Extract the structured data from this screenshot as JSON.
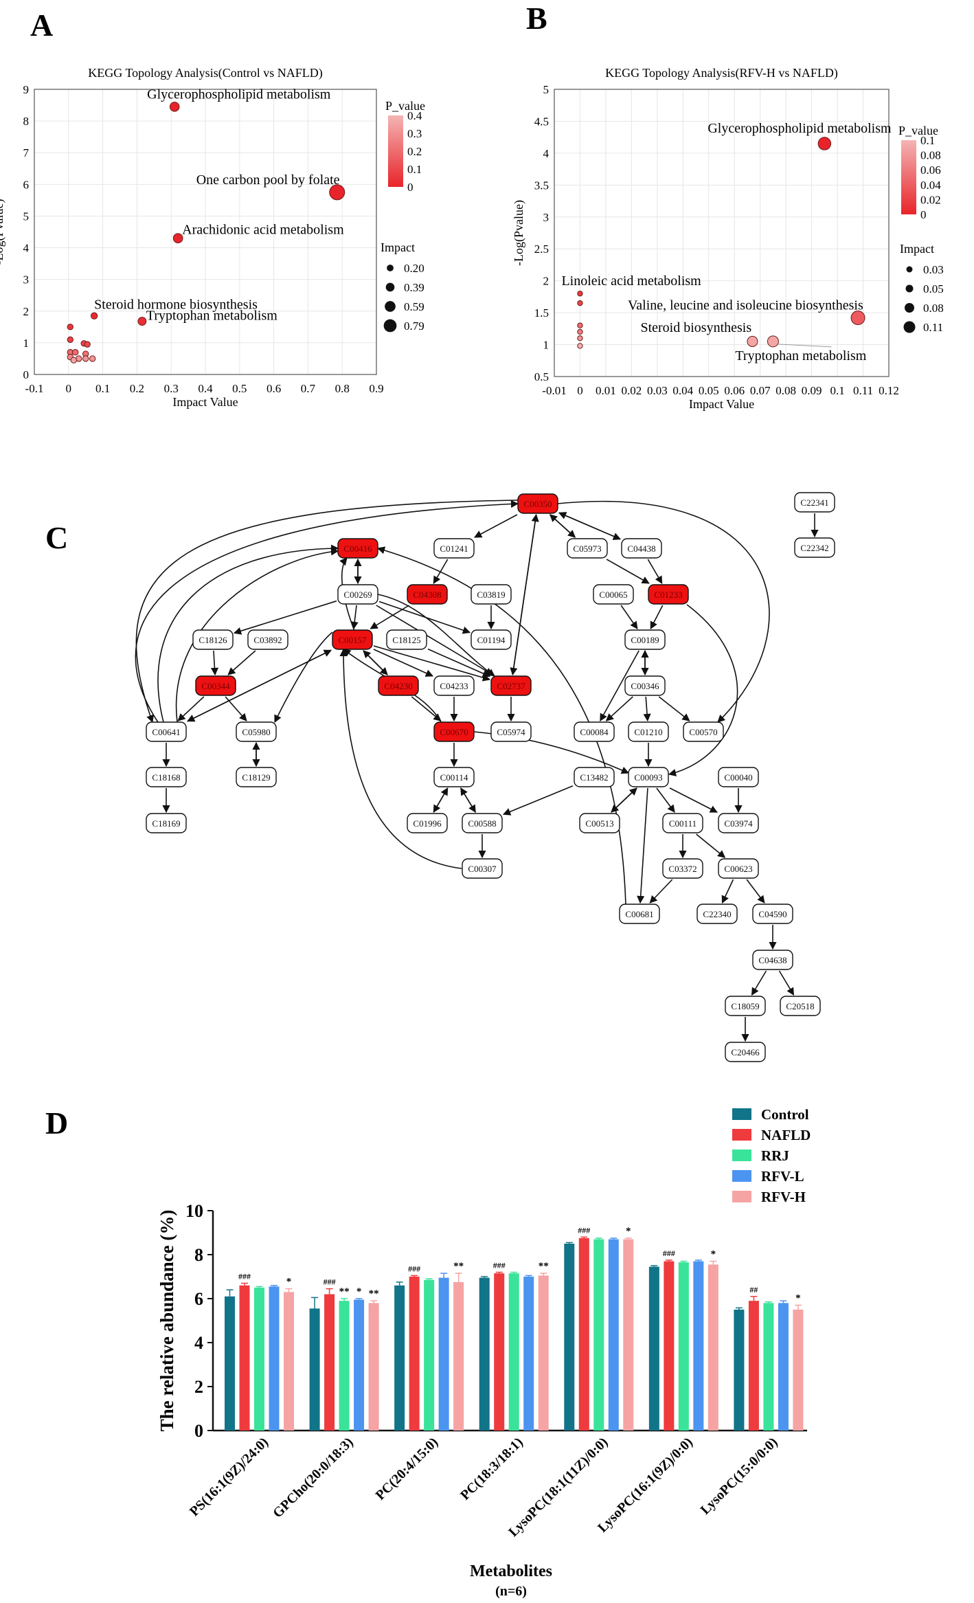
{
  "panel_labels": {
    "a": "A",
    "b": "B",
    "c": "C",
    "d": "D"
  },
  "colors": {
    "bubble_red": "#e8242a",
    "bubble_pink": "#f4b4b4",
    "node_red": "#ee1111",
    "grid": "#e6e6e6"
  },
  "chart_data": [
    {
      "id": "A",
      "type": "scatter",
      "title": "KEGG Topology Analysis(Control vs NAFLD)",
      "xlabel": "Impact Value",
      "ylabel": "-Log(Pvalue)",
      "xlim": [
        -0.1,
        0.9
      ],
      "ylim": [
        0,
        9
      ],
      "xticks": [
        "-0.1",
        "0",
        "0.1",
        "0.2",
        "0.3",
        "0.4",
        "0.5",
        "0.6",
        "0.7",
        "0.8",
        "0.9"
      ],
      "yticks": [
        "0",
        "1",
        "2",
        "3",
        "4",
        "5",
        "6",
        "7",
        "8",
        "9"
      ],
      "grid": true,
      "color_legend": {
        "title": "P_value",
        "ticks": [
          "0.4",
          "0.3",
          "0.2",
          "0.1",
          "0"
        ],
        "range": [
          0,
          0.4
        ]
      },
      "size_legend": {
        "title": "Impact",
        "values": [
          "0.20",
          "0.39",
          "0.59",
          "0.79"
        ]
      },
      "points": [
        {
          "x": 0.31,
          "y": 8.45,
          "impact": 0.31,
          "p": 0.0,
          "label": "Glycerophospholipid metabolism"
        },
        {
          "x": 0.785,
          "y": 5.75,
          "impact": 0.785,
          "p": 0.0,
          "label": "One carbon pool by folate"
        },
        {
          "x": 0.32,
          "y": 4.3,
          "impact": 0.32,
          "p": 0.0,
          "label": "Arachidonic acid metabolism"
        },
        {
          "x": 0.075,
          "y": 1.85,
          "impact": 0.075,
          "p": 0.02,
          "label": "Steroid hormone biosynthesis"
        },
        {
          "x": 0.215,
          "y": 1.68,
          "impact": 0.215,
          "p": 0.03,
          "label": "Tryptophan metabolism"
        },
        {
          "x": 0.005,
          "y": 1.5,
          "impact": 0.02,
          "p": 0.05,
          "label": ""
        },
        {
          "x": 0.005,
          "y": 1.1,
          "impact": 0.02,
          "p": 0.08,
          "label": ""
        },
        {
          "x": 0.045,
          "y": 0.98,
          "impact": 0.02,
          "p": 0.1,
          "label": ""
        },
        {
          "x": 0.055,
          "y": 0.95,
          "impact": 0.02,
          "p": 0.1,
          "label": ""
        },
        {
          "x": 0.005,
          "y": 0.7,
          "impact": 0.02,
          "p": 0.2,
          "label": ""
        },
        {
          "x": 0.02,
          "y": 0.7,
          "impact": 0.02,
          "p": 0.2,
          "label": ""
        },
        {
          "x": 0.05,
          "y": 0.65,
          "impact": 0.02,
          "p": 0.22,
          "label": ""
        },
        {
          "x": 0.005,
          "y": 0.55,
          "impact": 0.02,
          "p": 0.28,
          "label": ""
        },
        {
          "x": 0.03,
          "y": 0.5,
          "impact": 0.02,
          "p": 0.32,
          "label": ""
        },
        {
          "x": 0.05,
          "y": 0.5,
          "impact": 0.02,
          "p": 0.32,
          "label": ""
        },
        {
          "x": 0.07,
          "y": 0.5,
          "impact": 0.02,
          "p": 0.32,
          "label": ""
        },
        {
          "x": 0.015,
          "y": 0.45,
          "impact": 0.02,
          "p": 0.36,
          "label": ""
        }
      ]
    },
    {
      "id": "B",
      "type": "scatter",
      "title": "KEGG Topology Analysis(RFV-H vs NAFLD)",
      "xlabel": "Impact Value",
      "ylabel": "-Log(Pvalue)",
      "xlim": [
        -0.01,
        0.12
      ],
      "ylim": [
        0.5,
        5
      ],
      "xticks": [
        "-0.01",
        "0",
        "0.01",
        "0.02",
        "0.03",
        "0.04",
        "0.05",
        "0.06",
        "0.07",
        "0.08",
        "0.09",
        "0.1",
        "0.11",
        "0.12"
      ],
      "yticks": [
        "0.5",
        "1",
        "1.5",
        "2",
        "2.5",
        "3",
        "3.5",
        "4",
        "4.5",
        "5"
      ],
      "grid": true,
      "color_legend": {
        "title": "P_value",
        "ticks": [
          "0.1",
          "0.08",
          "0.06",
          "0.04",
          "0.02",
          "0"
        ],
        "range": [
          0,
          0.1
        ]
      },
      "size_legend": {
        "title": "Impact",
        "values": [
          "0.03",
          "0.05",
          "0.08",
          "0.11"
        ]
      },
      "points": [
        {
          "x": 0.095,
          "y": 4.15,
          "impact": 0.095,
          "p": 0.0,
          "label": "Glycerophospholipid metabolism"
        },
        {
          "x": 0.0,
          "y": 1.8,
          "impact": 0.003,
          "p": 0.015,
          "label": "Linoleic acid metabolism"
        },
        {
          "x": 0.0,
          "y": 1.65,
          "impact": 0.003,
          "p": 0.022,
          "label": ""
        },
        {
          "x": 0.108,
          "y": 1.42,
          "impact": 0.108,
          "p": 0.038,
          "label": "Valine, leucine and isoleucine biosynthesis"
        },
        {
          "x": 0.0,
          "y": 1.3,
          "impact": 0.003,
          "p": 0.05,
          "label": ""
        },
        {
          "x": 0.0,
          "y": 1.2,
          "impact": 0.003,
          "p": 0.063,
          "label": ""
        },
        {
          "x": 0.0,
          "y": 1.1,
          "impact": 0.003,
          "p": 0.079,
          "label": ""
        },
        {
          "x": 0.0,
          "y": 0.98,
          "impact": 0.003,
          "p": 0.1,
          "label": ""
        },
        {
          "x": 0.067,
          "y": 1.05,
          "impact": 0.067,
          "p": 0.09,
          "label": "Steroid biosynthesis"
        },
        {
          "x": 0.075,
          "y": 1.05,
          "impact": 0.075,
          "p": 0.09,
          "label": "Tryptophan metabolism"
        }
      ]
    },
    {
      "id": "C",
      "type": "network",
      "nodes": [
        {
          "id": "C00350",
          "hl": true
        },
        {
          "id": "C22341",
          "hl": false
        },
        {
          "id": "C22342",
          "hl": false
        },
        {
          "id": "C00416",
          "hl": true
        },
        {
          "id": "C01241",
          "hl": false
        },
        {
          "id": "C05973",
          "hl": false
        },
        {
          "id": "C04438",
          "hl": false
        },
        {
          "id": "C00269",
          "hl": false
        },
        {
          "id": "C04308",
          "hl": true
        },
        {
          "id": "C03819",
          "hl": false
        },
        {
          "id": "C00065",
          "hl": false
        },
        {
          "id": "C01233",
          "hl": true
        },
        {
          "id": "C18126",
          "hl": false
        },
        {
          "id": "C03892",
          "hl": false
        },
        {
          "id": "C00157",
          "hl": true
        },
        {
          "id": "C18125",
          "hl": false
        },
        {
          "id": "C01194",
          "hl": false
        },
        {
          "id": "C00189",
          "hl": false
        },
        {
          "id": "C00344",
          "hl": true
        },
        {
          "id": "C04230",
          "hl": true
        },
        {
          "id": "C04233",
          "hl": false
        },
        {
          "id": "C02737",
          "hl": true
        },
        {
          "id": "C00346",
          "hl": false
        },
        {
          "id": "C00641",
          "hl": false
        },
        {
          "id": "C05980",
          "hl": false
        },
        {
          "id": "C00670",
          "hl": true
        },
        {
          "id": "C05974",
          "hl": false
        },
        {
          "id": "C00084",
          "hl": false
        },
        {
          "id": "C01210",
          "hl": false
        },
        {
          "id": "C00570",
          "hl": false
        },
        {
          "id": "C18168",
          "hl": false
        },
        {
          "id": "C18129",
          "hl": false
        },
        {
          "id": "C00114",
          "hl": false
        },
        {
          "id": "C13482",
          "hl": false
        },
        {
          "id": "C00093",
          "hl": false
        },
        {
          "id": "C00040",
          "hl": false
        },
        {
          "id": "C18169",
          "hl": false
        },
        {
          "id": "C01996",
          "hl": false
        },
        {
          "id": "C00588",
          "hl": false
        },
        {
          "id": "C00513",
          "hl": false
        },
        {
          "id": "C00111",
          "hl": false
        },
        {
          "id": "C03974",
          "hl": false
        },
        {
          "id": "C00307",
          "hl": false
        },
        {
          "id": "C03372",
          "hl": false
        },
        {
          "id": "C00623",
          "hl": false
        },
        {
          "id": "C00681",
          "hl": false
        },
        {
          "id": "C22340",
          "hl": false
        },
        {
          "id": "C04590",
          "hl": false
        },
        {
          "id": "C04638",
          "hl": false
        },
        {
          "id": "C18059",
          "hl": false
        },
        {
          "id": "C20518",
          "hl": false
        },
        {
          "id": "C20466",
          "hl": false
        }
      ]
    },
    {
      "id": "D",
      "type": "bar",
      "ylabel": "The relative abundance (%)",
      "xlabel": "Metabolites",
      "xlabel_sub": "(n=6)",
      "ylim": [
        0,
        10
      ],
      "yticks": [
        "0",
        "2",
        "4",
        "6",
        "8",
        "10"
      ],
      "legend_position": "top-right",
      "categories": [
        "PS(16:1(9Z)/24:0)",
        "GPCho(20:0/18:3)",
        "PC(20:4/15:0)",
        "PC(18:3/18:1)",
        "LysoPC(18:1(11Z)/0:0)",
        "LysoPC(16:1(9Z)/0:0)",
        "LysoPC(15:0/0:0)"
      ],
      "series": [
        {
          "name": "Control",
          "color": "#117489",
          "values": [
            6.1,
            5.55,
            6.6,
            6.95,
            8.5,
            7.45,
            5.5
          ],
          "errors": [
            0.3,
            0.5,
            0.15,
            0.05,
            0.05,
            0.05,
            0.08
          ],
          "marks": [
            "",
            "",
            "",
            "",
            "",
            "",
            ""
          ]
        },
        {
          "name": "NAFLD",
          "color": "#ef3a3e",
          "values": [
            6.6,
            6.2,
            7.0,
            7.15,
            8.75,
            7.7,
            5.9
          ],
          "errors": [
            0.1,
            0.25,
            0.05,
            0.05,
            0.05,
            0.05,
            0.2
          ],
          "marks": [
            "###",
            "###",
            "###",
            "###",
            "###",
            "###",
            "##"
          ]
        },
        {
          "name": "RRJ",
          "color": "#39e39a",
          "values": [
            6.5,
            5.9,
            6.85,
            7.15,
            8.7,
            7.65,
            5.8
          ],
          "errors": [
            0.05,
            0.1,
            0.05,
            0.05,
            0.05,
            0.05,
            0.05
          ],
          "marks": [
            "",
            "**",
            "",
            "",
            "",
            "",
            ""
          ]
        },
        {
          "name": "RFV-L",
          "color": "#4b94f0",
          "values": [
            6.55,
            5.95,
            6.95,
            7.0,
            8.7,
            7.7,
            5.8
          ],
          "errors": [
            0.05,
            0.05,
            0.2,
            0.05,
            0.05,
            0.05,
            0.1
          ],
          "marks": [
            "",
            "*",
            "",
            "",
            "",
            "",
            ""
          ]
        },
        {
          "name": "RFV-H",
          "color": "#f6a3a3",
          "values": [
            6.3,
            5.8,
            6.75,
            7.05,
            8.7,
            7.55,
            5.5
          ],
          "errors": [
            0.15,
            0.1,
            0.4,
            0.1,
            0.05,
            0.15,
            0.2
          ],
          "marks": [
            "*",
            "**",
            "**",
            "**",
            "*",
            "*",
            "*"
          ]
        }
      ]
    }
  ]
}
